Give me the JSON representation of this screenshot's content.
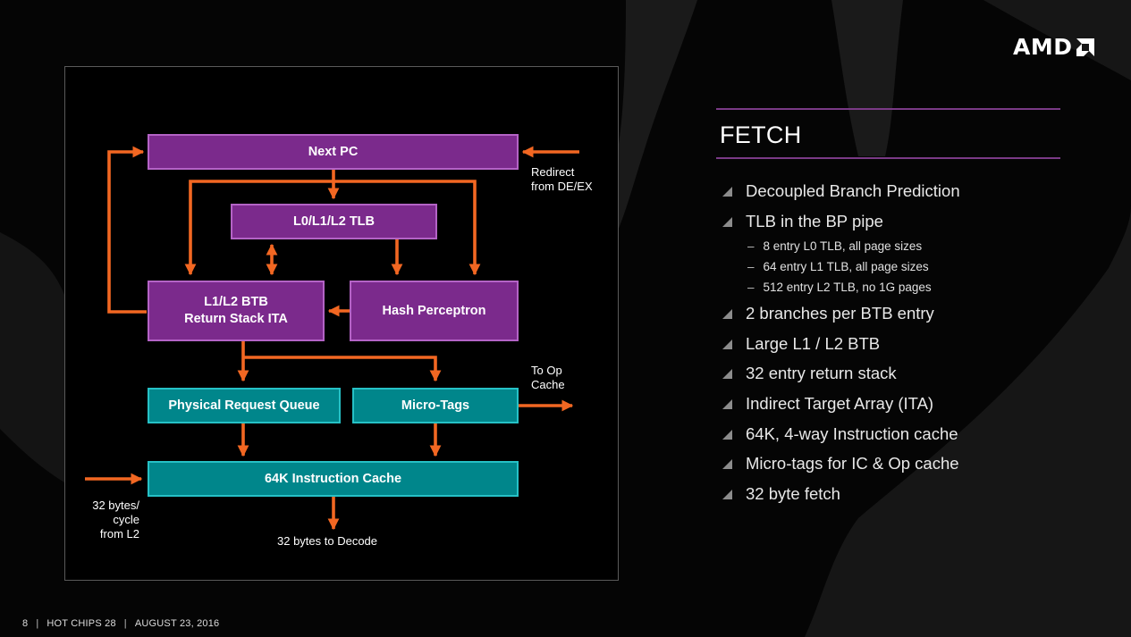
{
  "brand": {
    "logo_text": "AMD"
  },
  "colors": {
    "purple": "#7b2a8c",
    "teal": "#00868b",
    "arrow": "#f26722",
    "rule": "#7a3a86"
  },
  "diagram": {
    "boxes": {
      "next_pc": "Next PC",
      "tlb": "L0/L1/L2 TLB",
      "btb_line1": "L1/L2 BTB",
      "btb_line2": "Return Stack ITA",
      "hash": "Hash Perceptron",
      "prq": "Physical Request Queue",
      "microtags": "Micro-Tags",
      "icache": "64K Instruction Cache"
    },
    "notes": {
      "redirect_line1": "Redirect",
      "redirect_line2": "from DE/EX",
      "toop_line1": "To Op",
      "toop_line2": "Cache",
      "l2_line1": "32 bytes/",
      "l2_line2": "cycle",
      "l2_line3": "from L2",
      "decode": "32 bytes to Decode"
    }
  },
  "slide": {
    "title": "FETCH",
    "bullets": [
      "Decoupled Branch Prediction",
      "TLB in the BP pipe",
      "2 branches per BTB entry",
      "Large L1 / L2 BTB",
      "32 entry return stack",
      "Indirect Target Array (ITA)",
      "64K, 4-way Instruction cache",
      "Micro-tags for IC & Op cache",
      "32 byte fetch"
    ],
    "sub_bullets": [
      "8 entry L0 TLB, all page sizes",
      "64 entry L1 TLB, all page sizes",
      "512 entry L2 TLB, no 1G pages"
    ],
    "sub_marker": "–"
  },
  "footer": {
    "page": "8",
    "separator": "|",
    "event": "HOT CHIPS 28",
    "date": "AUGUST 23, 2016"
  }
}
